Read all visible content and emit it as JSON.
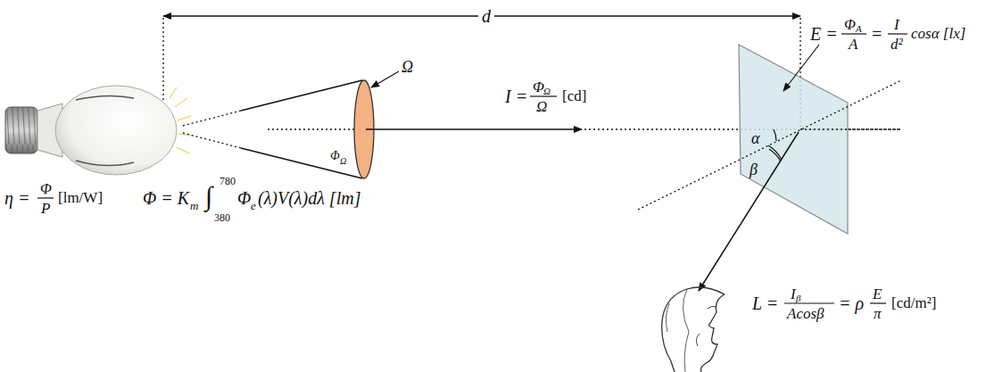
{
  "diagram": {
    "labels": [
      "d",
      "Ω",
      "Φ",
      "Ω",
      "I =",
      "Φ",
      "Ω",
      "Ω",
      "[cd]",
      "E =",
      "Φ",
      "A",
      "A",
      "=",
      "I",
      "d²",
      "cosα [lx]",
      "α",
      "β",
      "η =",
      "Φ",
      "P",
      "[lm/W]",
      "Φ = K",
      "m",
      "∫",
      "780",
      "380",
      "Φ",
      "e",
      "(λ)V(λ)dλ [lm]",
      "L =",
      "I",
      "β",
      "Acosβ",
      "= ρ",
      "E",
      "π",
      "[cd/m²]"
    ]
  }
}
